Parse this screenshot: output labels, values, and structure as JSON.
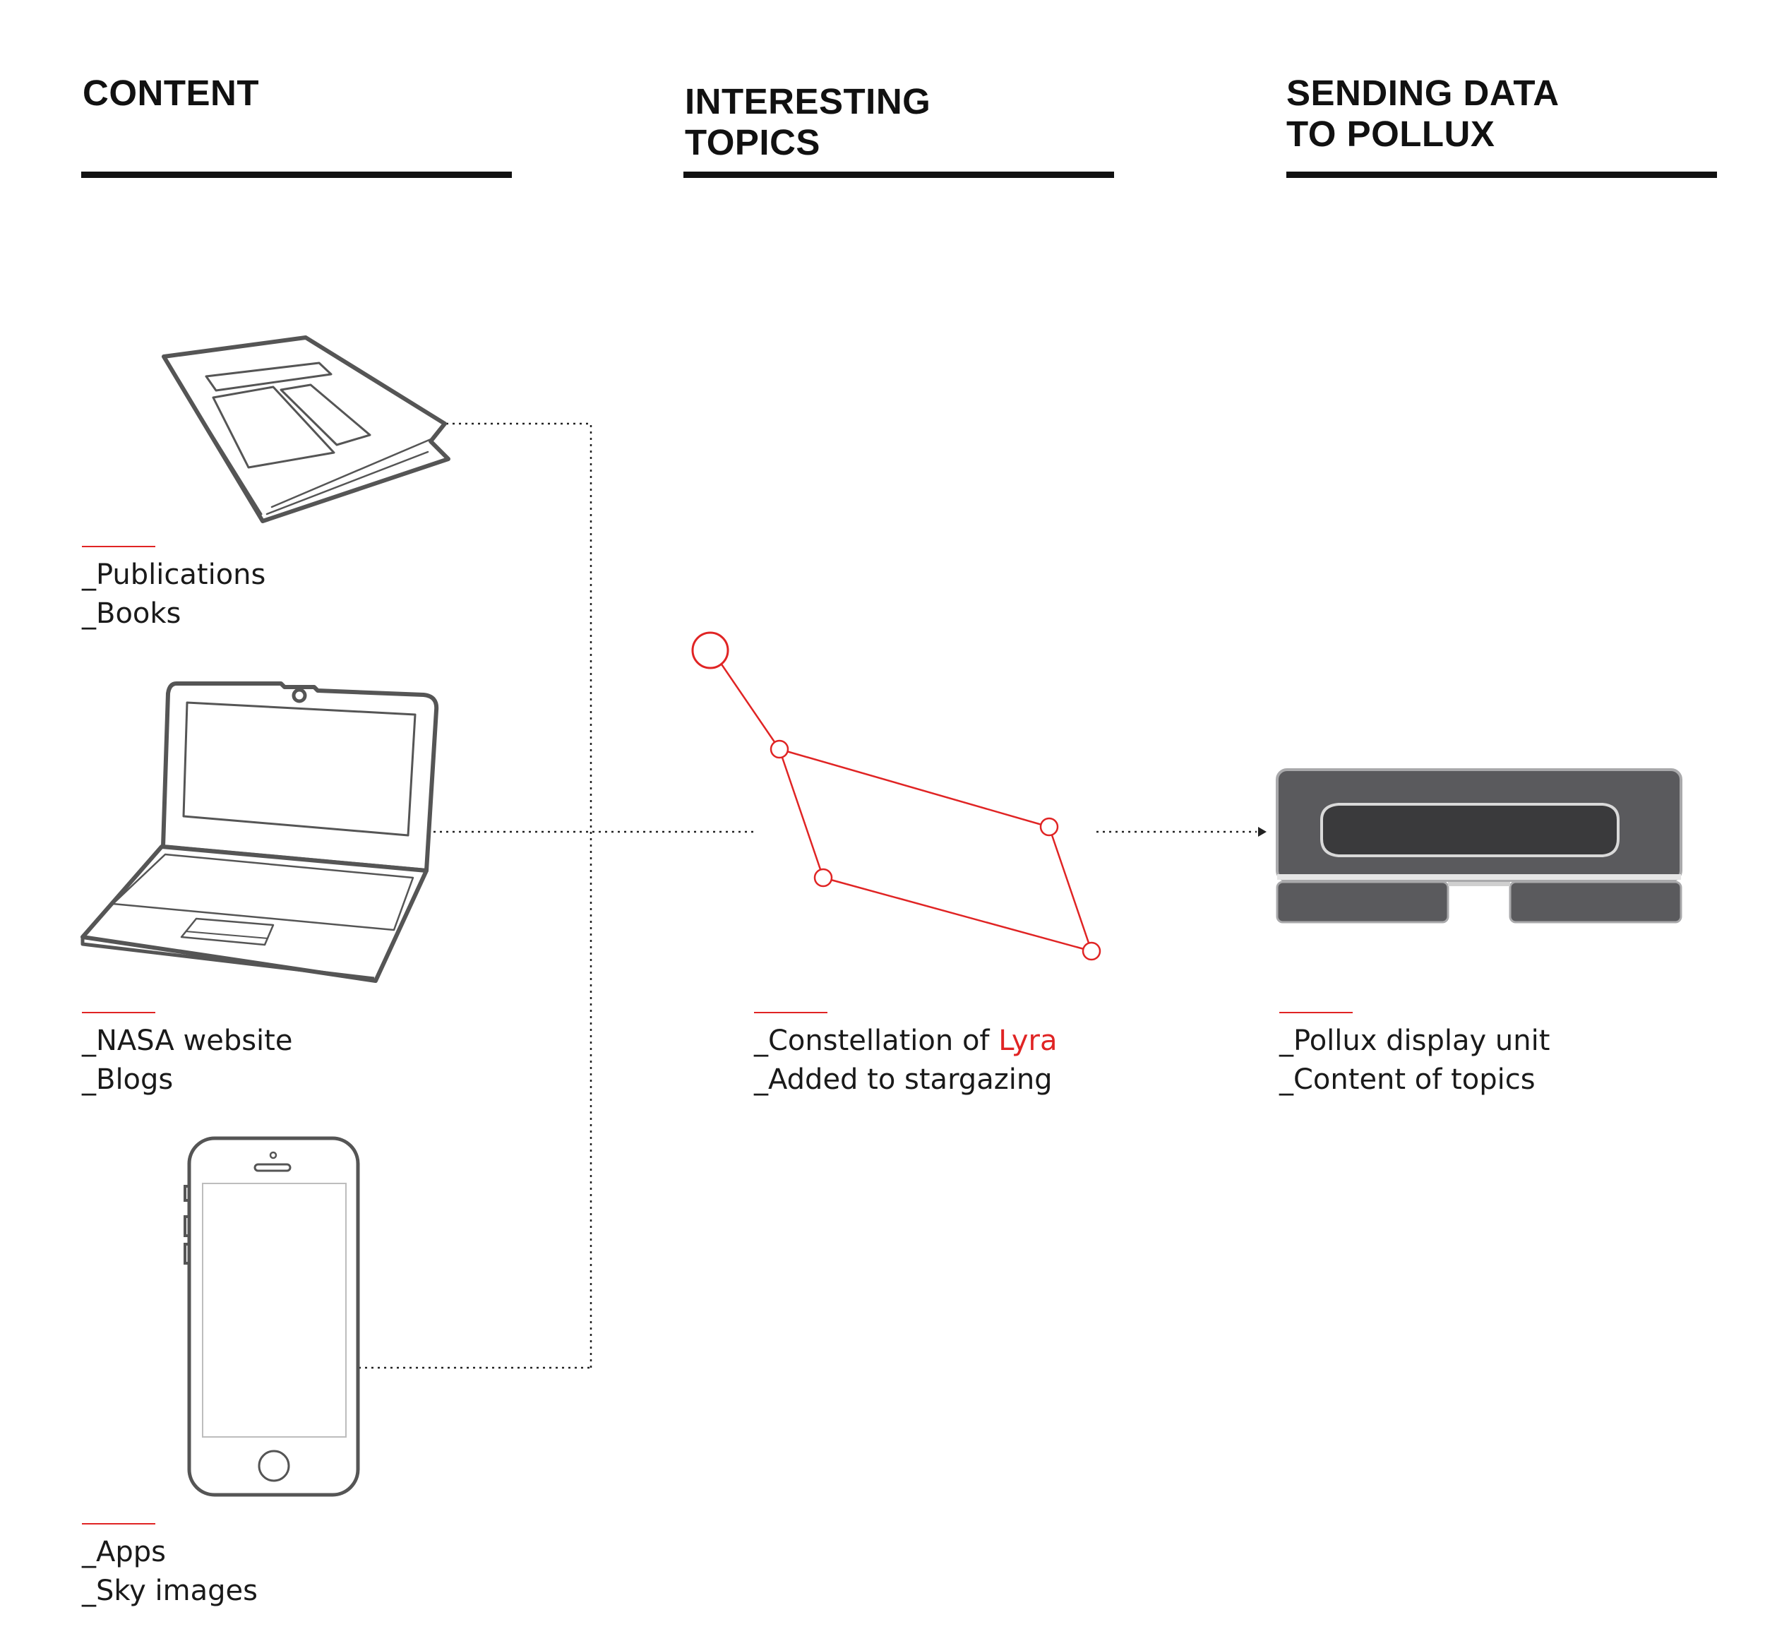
{
  "columns": [
    {
      "title": "CONTENT"
    },
    {
      "title": "INTERESTING\nTOPICS"
    },
    {
      "title": "SENDING DATA\nTO POLLUX"
    }
  ],
  "sources": [
    {
      "icon": "magazine-icon",
      "lines": [
        "_Publications",
        "_Books"
      ]
    },
    {
      "icon": "laptop-icon",
      "lines": [
        "_NASA website",
        "_Blogs"
      ]
    },
    {
      "icon": "smartphone-icon",
      "lines": [
        "_Apps",
        "_Sky images"
      ]
    }
  ],
  "topic": {
    "icon": "lyra-constellation-icon",
    "line1_prefix": "_Constellation of ",
    "line1_highlight": "Lyra",
    "line2": "_Added to stargazing"
  },
  "device": {
    "icon": "pollux-display-unit-icon",
    "lines": [
      "_Pollux display unit",
      "_Content of topics"
    ]
  },
  "colors": {
    "accent": "#e02424",
    "ink": "#111111",
    "device_body": "#5a5a5d",
    "device_screen": "#3a3a3c",
    "outline": "#555555"
  }
}
